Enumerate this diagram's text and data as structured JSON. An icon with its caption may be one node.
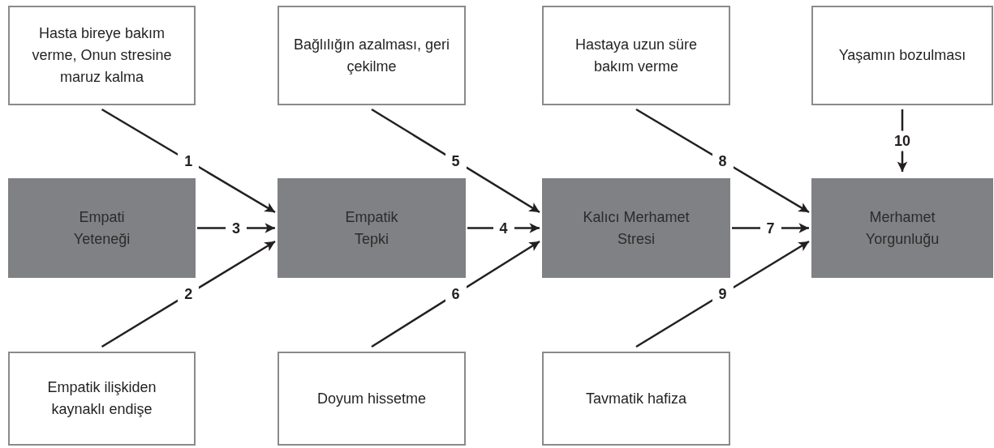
{
  "diagram": {
    "nodes": [
      {
        "text": [
          "Hasta bireye bakım verme, Onun stresine maruz kalma"
        ]
      },
      {
        "text": [
          "Bağlılığın azalması, geri çekilme"
        ]
      },
      {
        "text": [
          "Hastaya uzun süre bakım verme"
        ]
      },
      {
        "text": [
          "Yaşamın bozulması"
        ]
      },
      {
        "text": [
          "Empati Yeteneği"
        ]
      },
      {
        "text": [
          "Empatik Tepki"
        ]
      },
      {
        "text": [
          "Kalıcı Merhamet Stresi"
        ]
      },
      {
        "text": [
          "Merhamet Yorgunluğu"
        ]
      },
      {
        "text": [
          "Empatik ilişkiden kaynaklı endişe"
        ]
      },
      {
        "text": [
          "Doyum hissetme"
        ]
      },
      {
        "text": [
          "Tavmatik hafiza"
        ]
      }
    ],
    "edges": [
      {
        "from": 0,
        "to": 5,
        "arrow": "to",
        "label": "1"
      },
      {
        "from": 8,
        "to": 5,
        "arrow": "to",
        "label": "2"
      },
      {
        "from": 4,
        "to": 5,
        "arrow": "to",
        "label": "3"
      },
      {
        "from": 5,
        "to": 6,
        "arrow": "to",
        "label": "4"
      },
      {
        "from": 1,
        "to": 6,
        "arrow": "to",
        "label": "5"
      },
      {
        "from": 9,
        "to": 6,
        "arrow": "to",
        "label": "6"
      },
      {
        "from": 6,
        "to": 7,
        "arrow": "to",
        "label": "7"
      },
      {
        "from": 2,
        "to": 7,
        "arrow": "to",
        "label": "8"
      },
      {
        "from": 10,
        "to": 7,
        "arrow": "to",
        "label": "9"
      },
      {
        "from": 3,
        "to": 7,
        "arrow": "to",
        "label": "10"
      }
    ]
  }
}
